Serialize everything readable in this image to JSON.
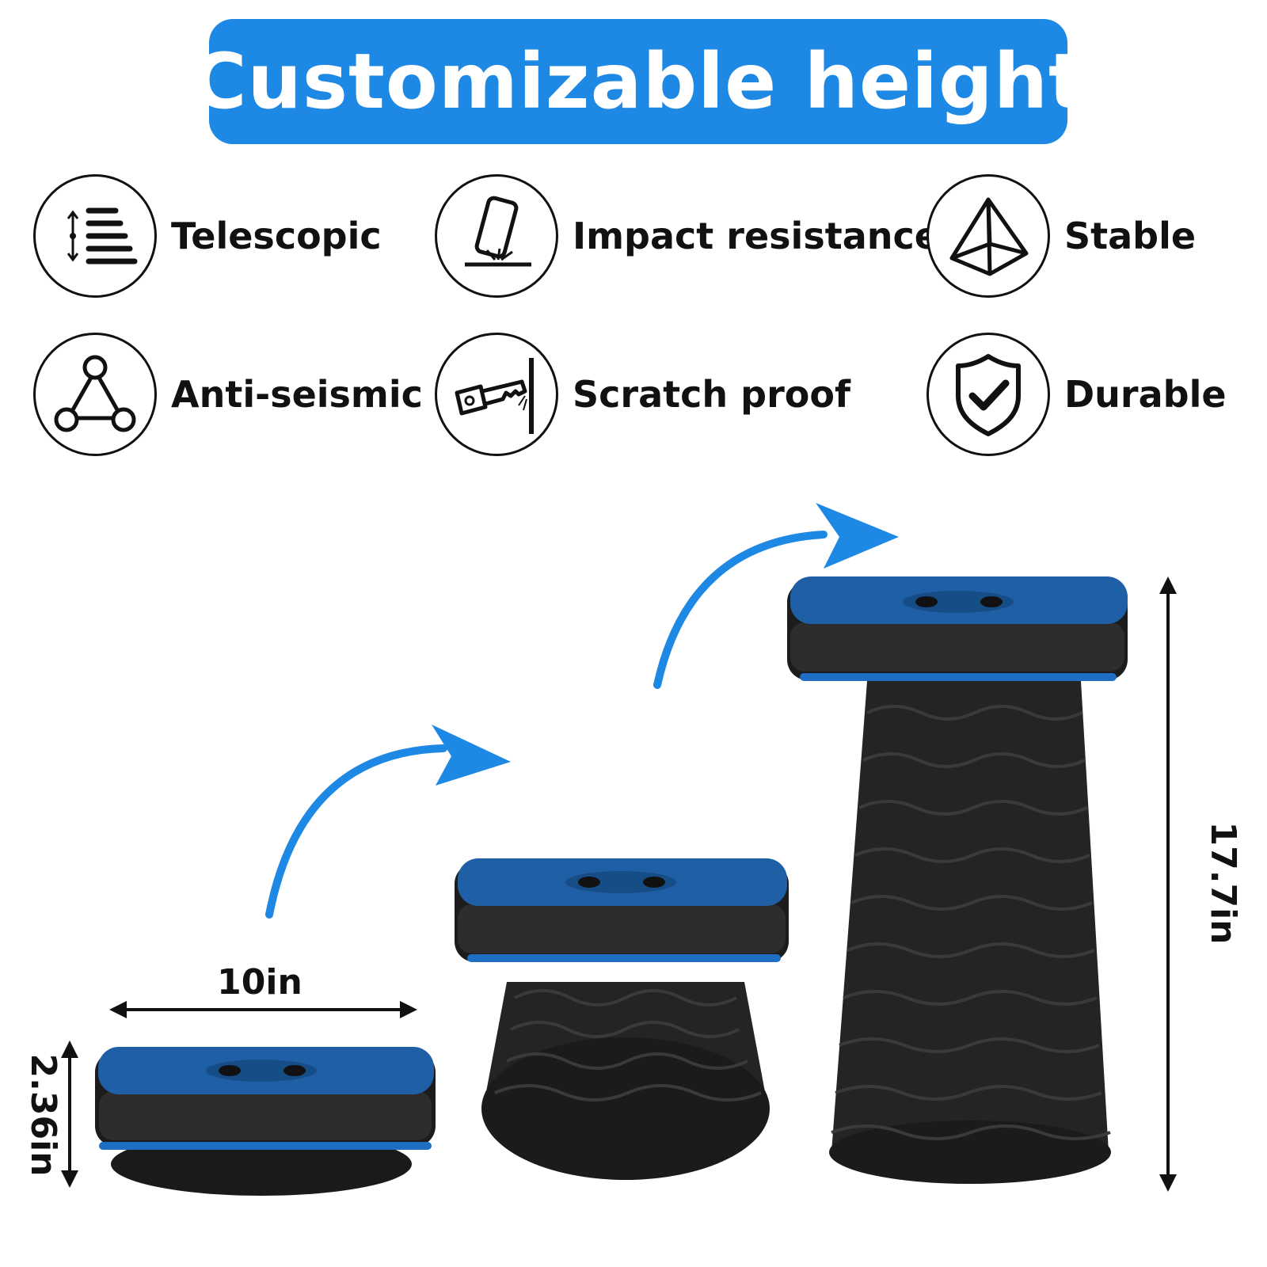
{
  "banner": {
    "title": "Customizable height",
    "color": "#1e88e5"
  },
  "features": [
    {
      "label": "Telescopic",
      "icon": "telescopic-icon"
    },
    {
      "label": "Impact resistance",
      "icon": "phone-impact-icon"
    },
    {
      "label": "Stable",
      "icon": "pyramid-icon"
    },
    {
      "label": "Anti-seismic",
      "icon": "triangle-nodes-icon"
    },
    {
      "label": "Scratch proof",
      "icon": "key-scratch-icon"
    },
    {
      "label": "Durable",
      "icon": "shield-check-icon"
    }
  ],
  "dimensions": {
    "width": "10in",
    "min_height": "2.36in",
    "max_height": "17.7in"
  },
  "colors": {
    "accent": "#1e88e5",
    "seat": "#1f5fa6",
    "body": "#2a2a2a"
  }
}
